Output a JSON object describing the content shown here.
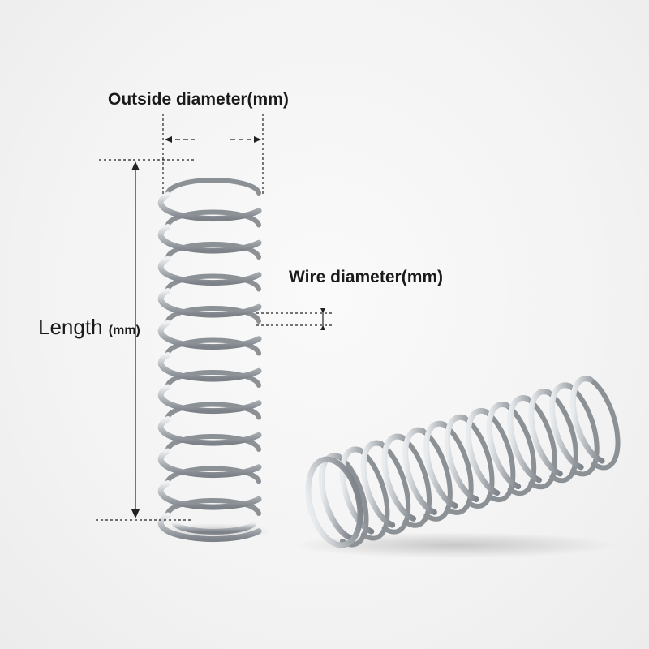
{
  "labels": {
    "outside_diameter": "Outside diameter(mm)",
    "wire_diameter": "Wire diameter(mm)",
    "length": "Length",
    "length_unit": "(mm)"
  },
  "colors": {
    "background": "#f5f5f5",
    "spring_metal": "#a9aeb3",
    "spring_highlight": "#eef0f2",
    "spring_shadow": "#7d8288",
    "dimension_lines": "#222222",
    "text": "#1a1a1a"
  },
  "image_content": {
    "objects": [
      "vertical-compression-spring",
      "horizontal-compression-spring"
    ]
  }
}
